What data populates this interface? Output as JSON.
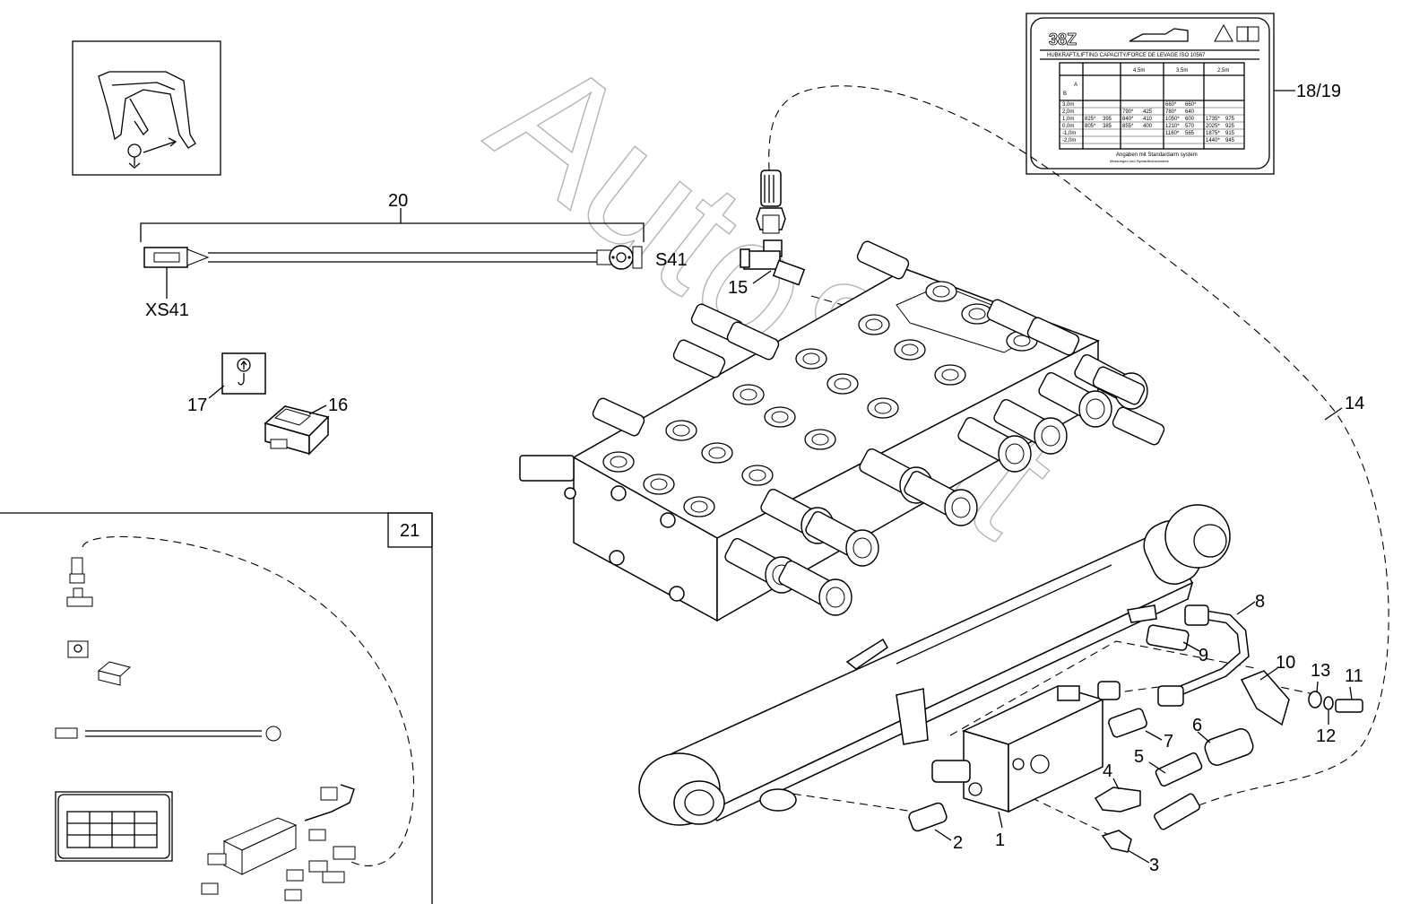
{
  "callouts": {
    "c1": "1",
    "c2": "2",
    "c3": "3",
    "c4": "4",
    "c5": "5",
    "c6": "6",
    "c7": "7",
    "c8": "8",
    "c9": "9",
    "c10": "10",
    "c11": "11",
    "c12": "12",
    "c13": "13",
    "c14": "14",
    "c15": "15",
    "c16": "16",
    "c17": "17",
    "c18_19": "18/19",
    "c20": "20",
    "c21": "21"
  },
  "connector_labels": {
    "s41": "S41",
    "xs41": "XS41"
  },
  "watermark": "AutoSoft",
  "label_plate": {
    "model": "38Z",
    "heading": "HUBKRAFT/LIFTING CAPACITY/FORCE DE LEVAGE ISO 10567",
    "columns": [
      "4,5m",
      "3,5m",
      "2,5m"
    ],
    "axis_a": "A",
    "axis_b": "B",
    "rows": [
      [
        "3,0m",
        "",
        "",
        "",
        "",
        "660*",
        "660*",
        "",
        ""
      ],
      [
        "2,0m",
        "",
        "",
        "790*",
        "425",
        "780*",
        "640",
        "",
        ""
      ],
      [
        "1,0m",
        "825*",
        "395",
        "840*",
        "410",
        "1050*",
        "600",
        "1735*",
        "975"
      ],
      [
        "0,0m",
        "805*",
        "385",
        "855*",
        "400",
        "1210*",
        "570",
        "2025*",
        "925"
      ],
      [
        "-1,0m",
        "",
        "",
        "",
        "",
        "1160*",
        "565",
        "1875*",
        "915"
      ],
      [
        "-2,0m",
        "",
        "",
        "",
        "",
        "",
        "",
        "1440*",
        "945"
      ]
    ],
    "footer": "Angaben mit Standardarm system",
    "footer2": "Messungen und Hydraulikdruckwerte"
  }
}
